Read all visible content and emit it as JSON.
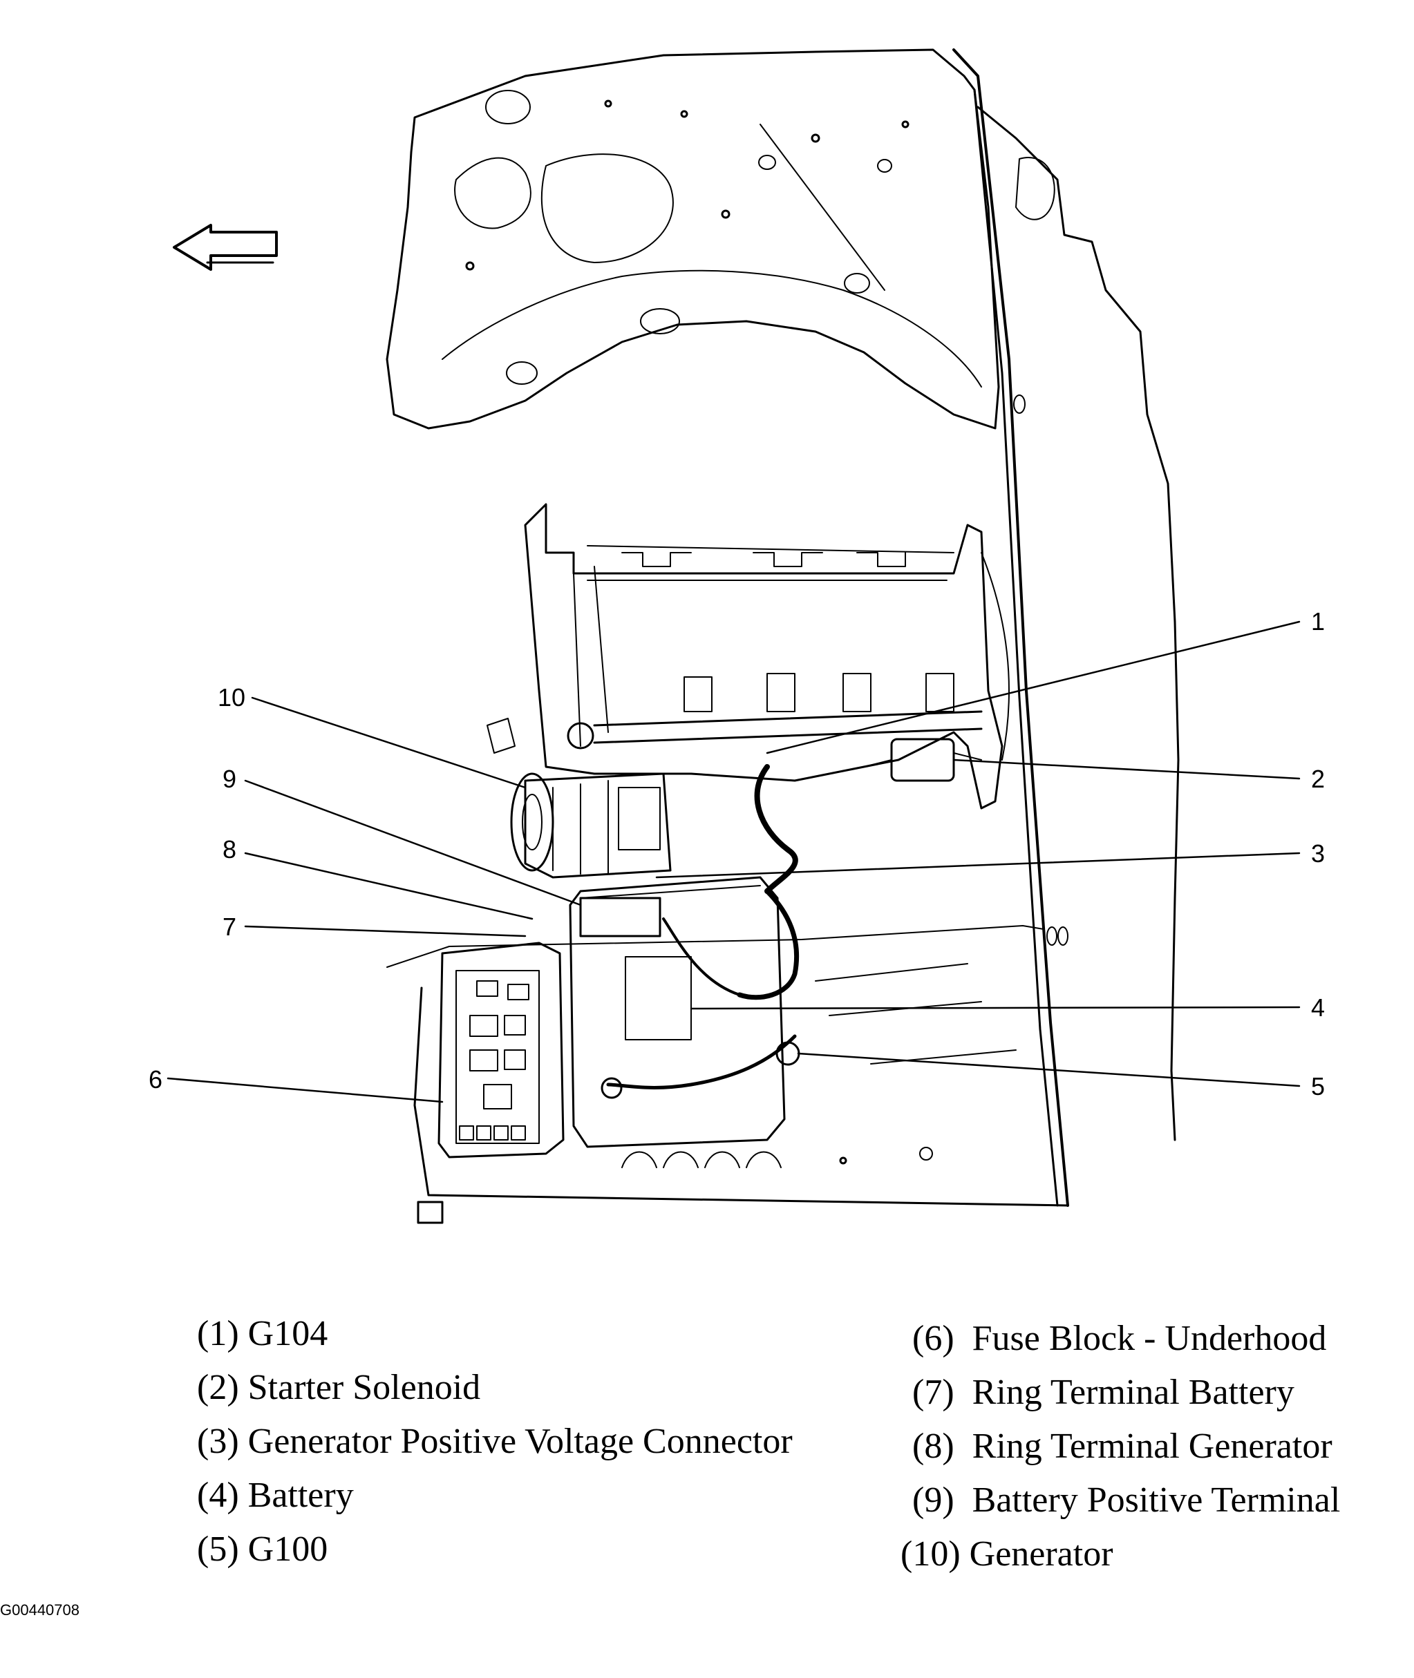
{
  "callouts": {
    "c1": "1",
    "c2": "2",
    "c3": "3",
    "c4": "4",
    "c5": "5",
    "c6": "6",
    "c7": "7",
    "c8": "8",
    "c9": "9",
    "c10": "10"
  },
  "legend": {
    "left": [
      {
        "num": "(1)",
        "label": "G104"
      },
      {
        "num": "(2)",
        "label": "Starter Solenoid"
      },
      {
        "num": "(3)",
        "label": "Generator Positive Voltage Connector"
      },
      {
        "num": "(4)",
        "label": "Battery"
      },
      {
        "num": "(5)",
        "label": "G100"
      }
    ],
    "right": [
      {
        "num": "(6)",
        "label": "Fuse Block - Underhood"
      },
      {
        "num": "(7)",
        "label": "Ring Terminal Battery"
      },
      {
        "num": "(8)",
        "label": "Ring Terminal Generator"
      },
      {
        "num": "(9)",
        "label": "Battery Positive Terminal"
      },
      {
        "num": "(10)",
        "label": "Generator"
      }
    ]
  },
  "figure_code": "G00440708",
  "icons": {
    "direction_arrow": "front-arrow-icon"
  }
}
